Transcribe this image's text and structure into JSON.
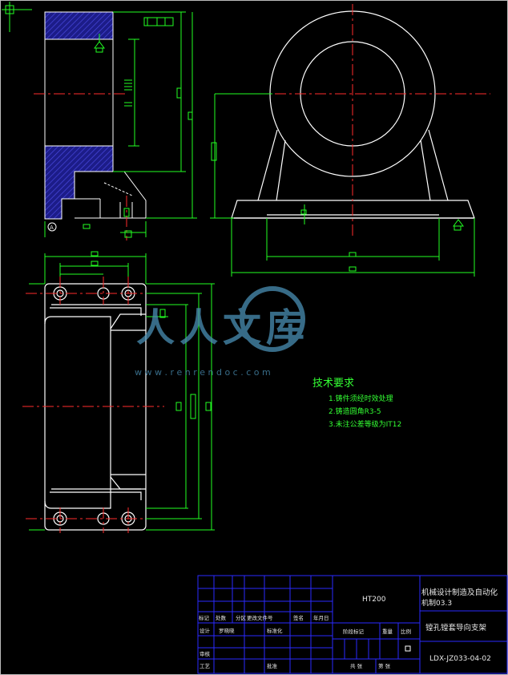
{
  "colors": {
    "background": "#000000",
    "outline": "#ffffff",
    "centerline": "#ff2b2b",
    "dimension": "#22ff22",
    "hatch": "#2b2bcc",
    "titleblock_grid": "#2a2aff",
    "text": "#e8e8e8",
    "notes": "#33ff33",
    "watermark": "#4a8fb4"
  },
  "watermark": {
    "brand": "人人文库",
    "url": "w w w . r e n r e n d o c . c o m"
  },
  "section_label": "A",
  "technical_requirements": {
    "title": "技术要求",
    "items": [
      "1.铸件须经时效处理",
      "2.铸造圆角R3-5",
      "3.未注公差等级为IT12"
    ]
  },
  "title_block": {
    "material": "HT200",
    "school": "机械设计制造及自动化",
    "class_id": "机制03.3",
    "part_name": "镗孔镗套导向支架",
    "drawing_number": "LDX-JZ033-04-02",
    "headers": [
      "标记",
      "处数",
      "分区",
      "更改文件号",
      "签名",
      "年月日"
    ],
    "design_label": "设计",
    "designer": "罗晓晓",
    "standardization_label": "标准化",
    "stage_mark_label": "阶段标记",
    "weight_label": "重量",
    "scale_label": "比例",
    "review_label": "审核",
    "process_label": "工艺",
    "approve_label": "批准",
    "sheets_total_label": "共 张",
    "sheet_label": "第 张"
  }
}
